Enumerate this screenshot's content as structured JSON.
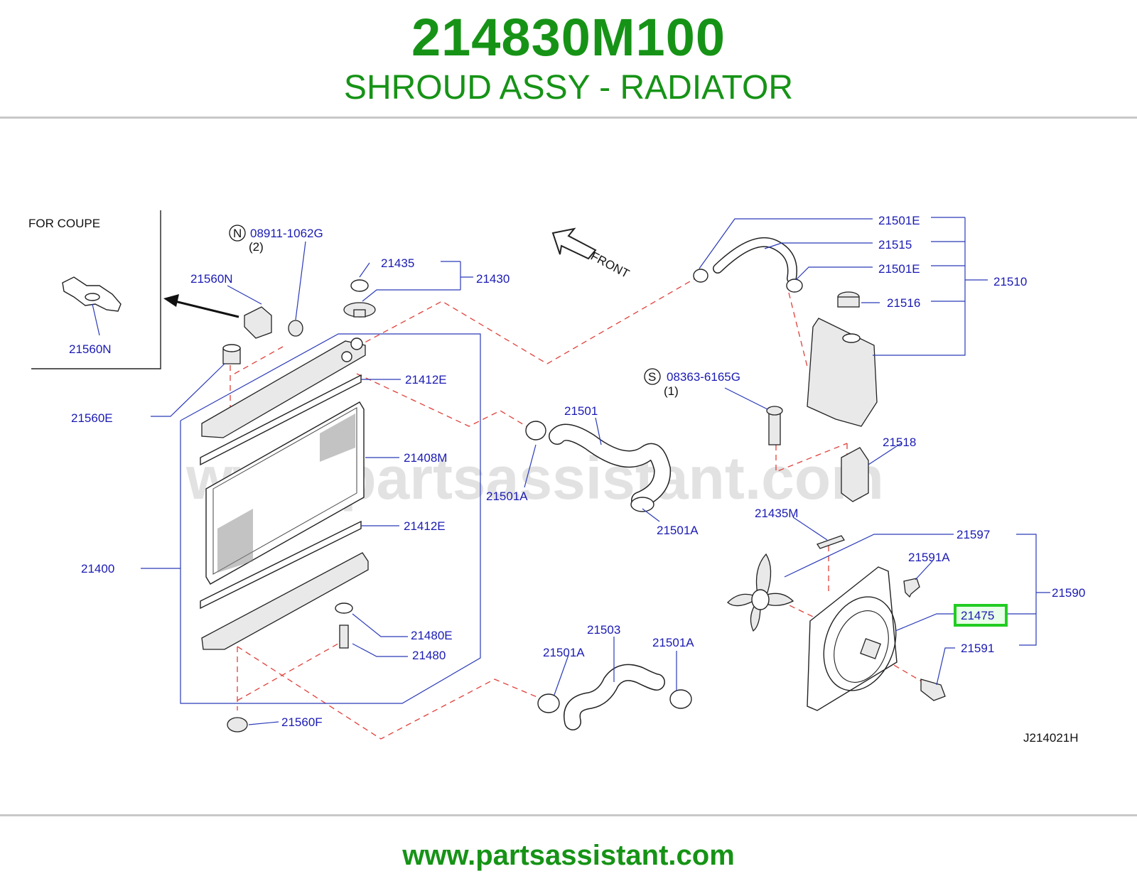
{
  "header": {
    "part_number": "214830M100",
    "part_name": "SHROUD ASSY - RADIATOR"
  },
  "watermark": "www.partsassistant.com",
  "footer": {
    "url": "www.partsassistant.com"
  },
  "diagram_code": "J214021H",
  "inset": {
    "title": "FOR  COUPE",
    "part": "21560N"
  },
  "front_label": "FRONT",
  "highlight": {
    "part": "21475",
    "color": "#22cc22"
  },
  "colors": {
    "brand_green": "#169316",
    "label_blue": "#1a1ab4",
    "dash_red": "#e0403a"
  },
  "labels": {
    "p21501E_a": "21501E",
    "p21515": "21515",
    "p21501E_b": "21501E",
    "p21510": "21510",
    "p21516": "21516",
    "p21435": "21435",
    "p21430": "21430",
    "p08911": "08911-1062G",
    "p08911_qty": "(2)",
    "p21560N": "21560N",
    "p21412E_top": "21412E",
    "p21560E": "21560E",
    "p21501": "21501",
    "p08363": "08363-6165G",
    "p08363_qty": "(1)",
    "p21408M": "21408M",
    "p21518": "21518",
    "p21501A_1": "21501A",
    "p21501A_2": "21501A",
    "p21435M": "21435M",
    "p21412E_bot": "21412E",
    "p21597": "21597",
    "p21400": "21400",
    "p21591A": "21591A",
    "p21590": "21590",
    "p21480E": "21480E",
    "p21503": "21503",
    "p21591": "21591",
    "p21501A_3": "21501A",
    "p21501A_4": "21501A",
    "p21480": "21480",
    "p21560F": "21560F",
    "circle_N": "N",
    "circle_S": "S"
  }
}
